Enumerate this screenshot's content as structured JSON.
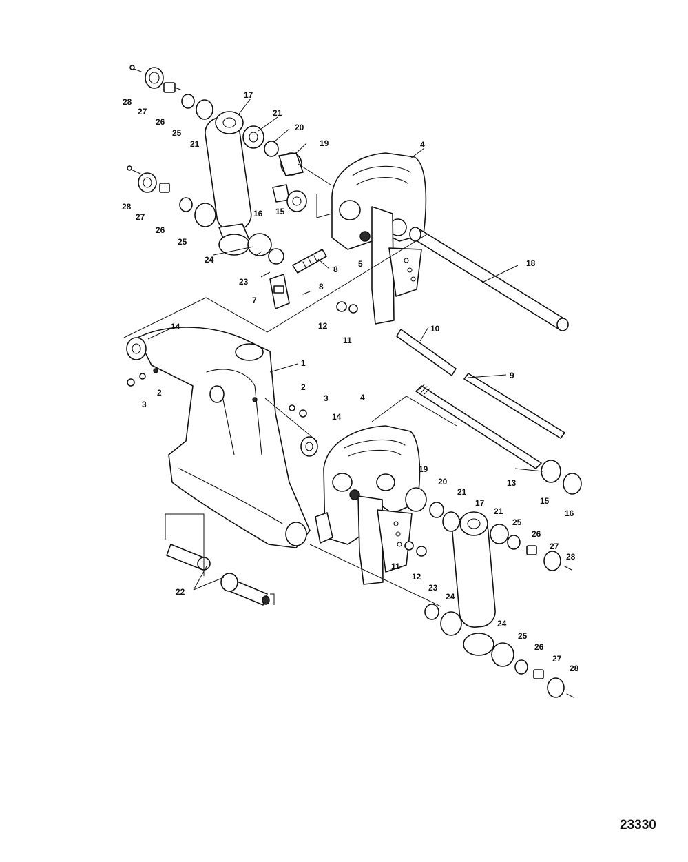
{
  "figure_number": "23330",
  "callouts": [
    "1",
    "2",
    "3",
    "4",
    "5",
    "7",
    "8",
    "9",
    "10",
    "11",
    "12",
    "13",
    "14",
    "15",
    "16",
    "17",
    "18",
    "19",
    "20",
    "21",
    "22",
    "23",
    "24",
    "25",
    "26",
    "27",
    "28"
  ]
}
